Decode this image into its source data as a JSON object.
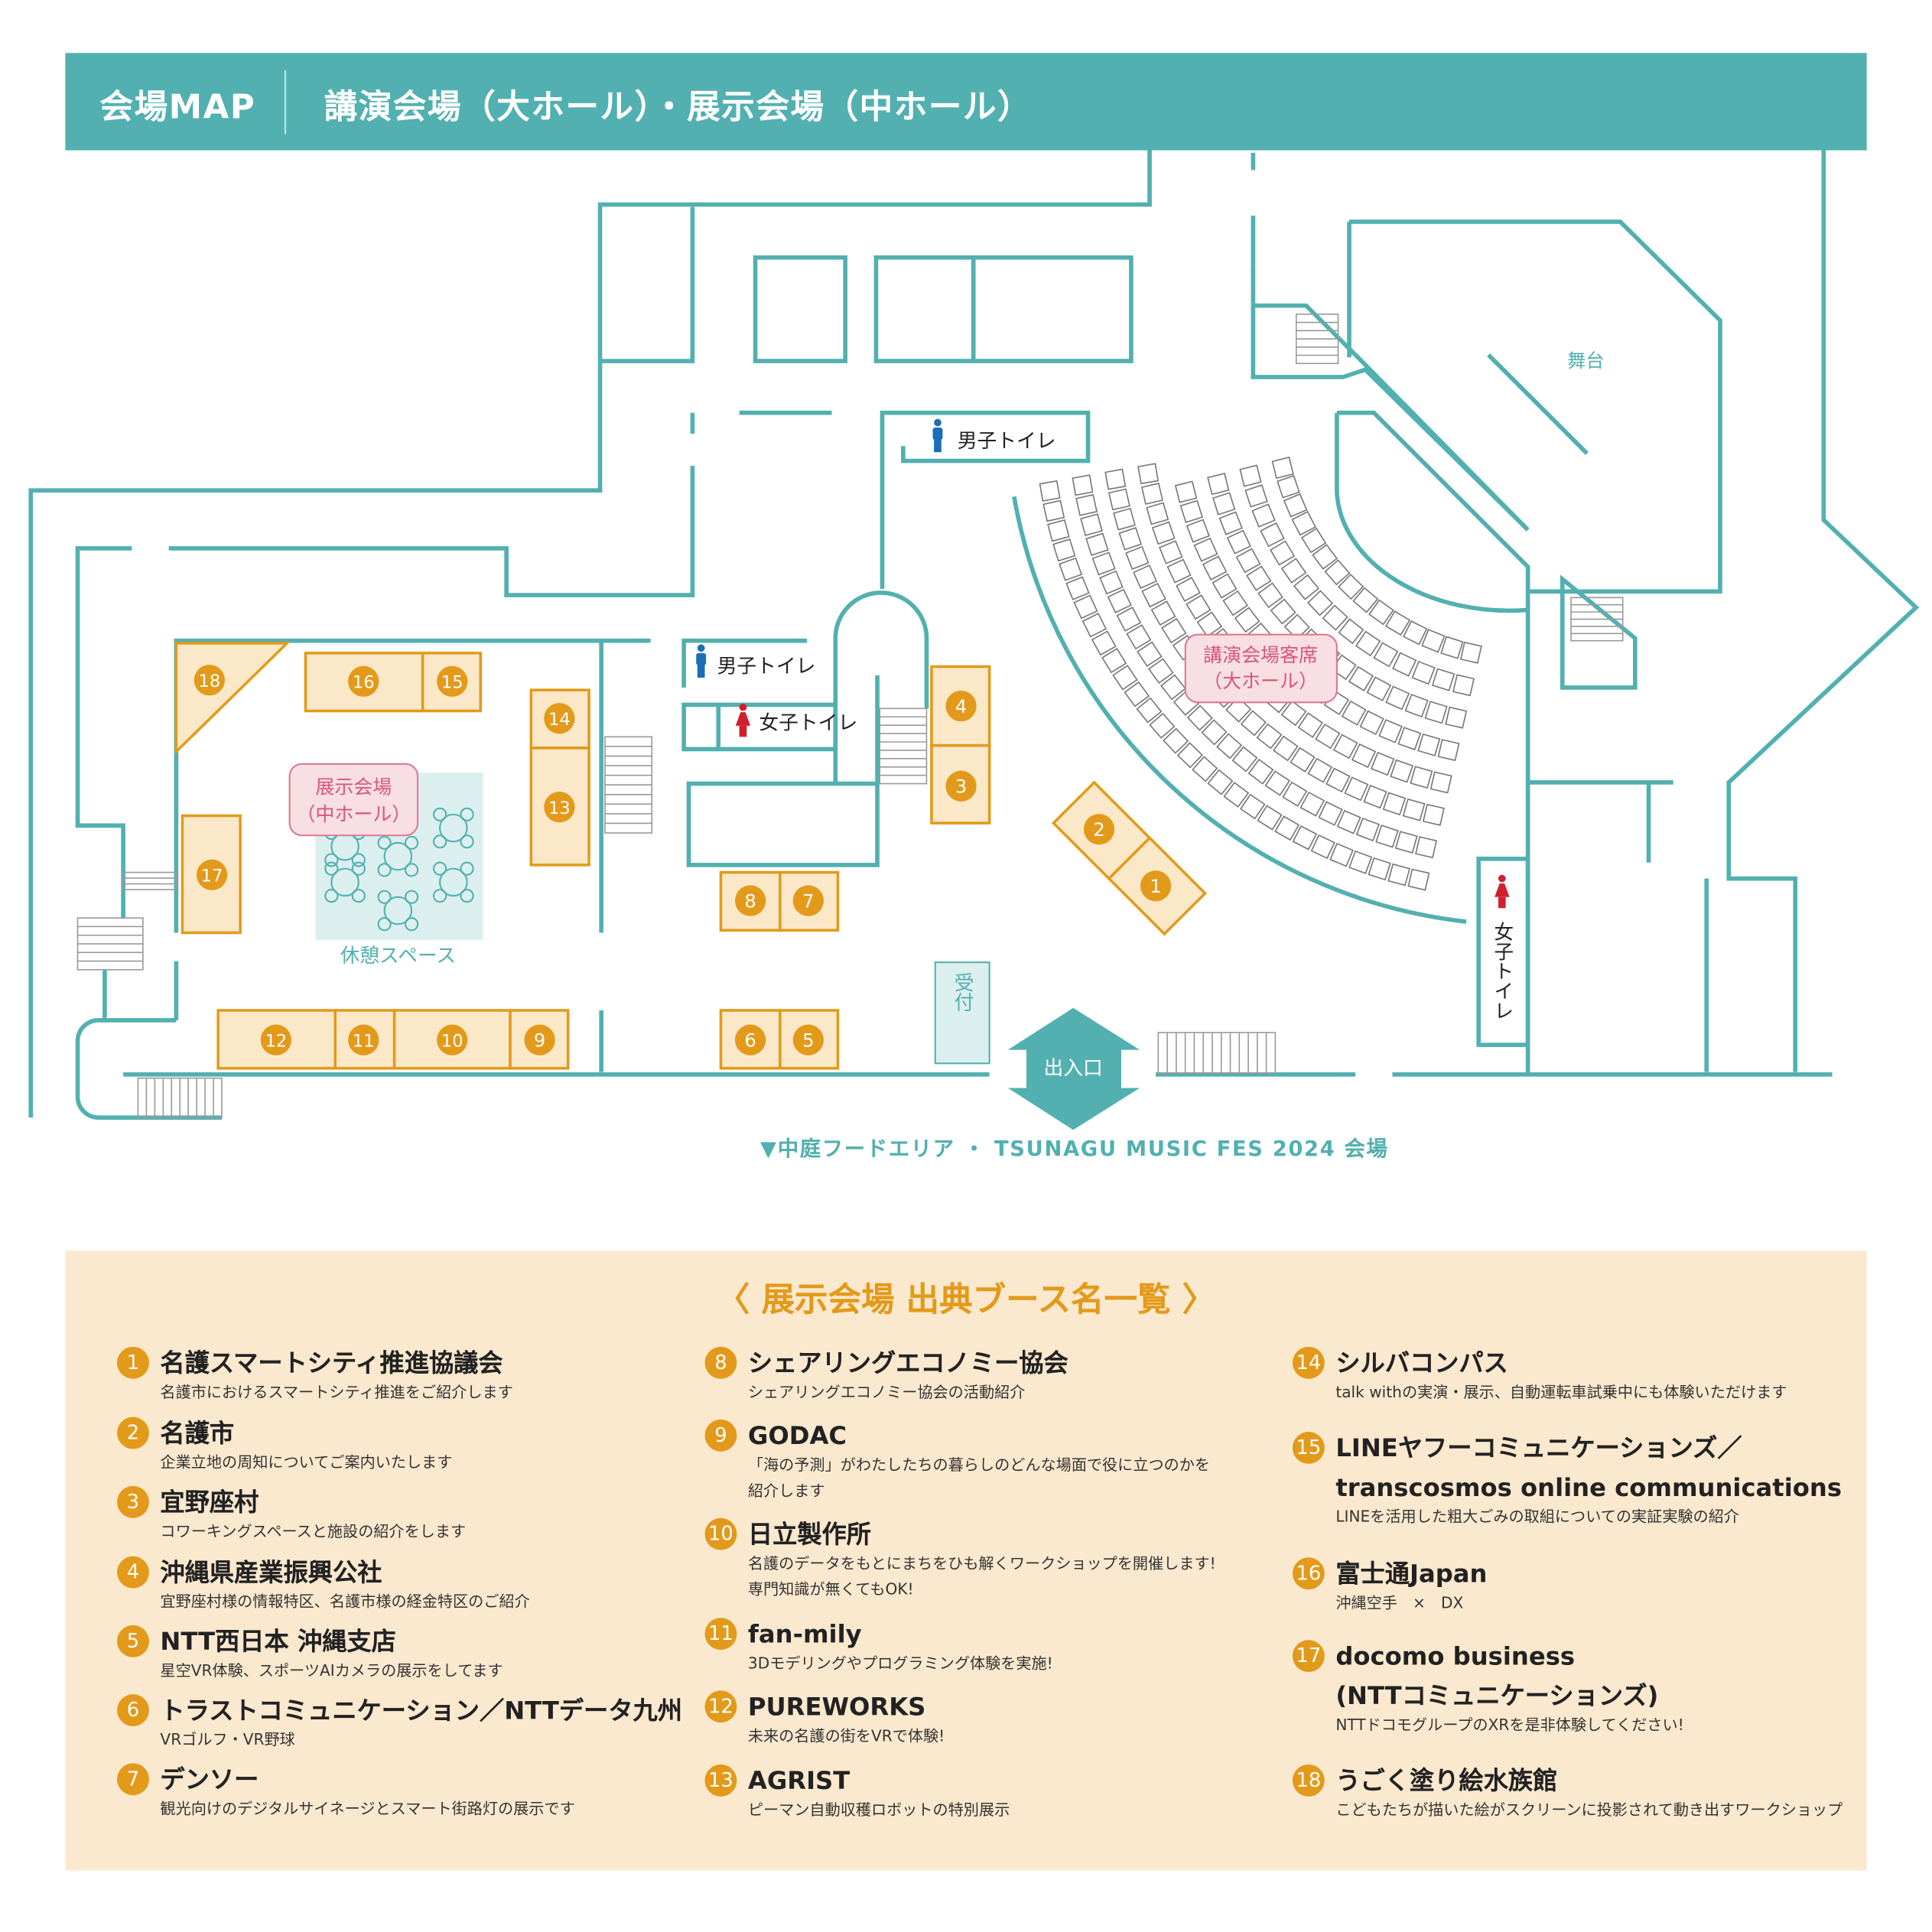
{
  "header": {
    "title": "会場MAP",
    "subtitle": "講演会場（大ホール）・展示会場（中ホール）"
  },
  "colors": {
    "teal": "#52b0b0",
    "orange": "#e39a1a",
    "booth_fill": "#fbe8c8",
    "panel_bg": "#fbe9cf",
    "pink_text": "#d9567a",
    "pink_fill": "#f7dfe3",
    "male_icon": "#1a6fb5",
    "female_icon": "#d0202e"
  },
  "map": {
    "exhibit_hall_label": [
      "展示会場",
      "（中ホール）"
    ],
    "lecture_hall_label": [
      "講演会場客席",
      "（大ホール）"
    ],
    "rest_space": "休憩スペース",
    "stage": "舞台",
    "reception": "受付",
    "entrance": "出入口",
    "mens_toilet_1": "男子トイレ",
    "mens_toilet_2": "男子トイレ",
    "womens_toilet_1": "女子トイレ",
    "womens_toilet_2": "女子トイレ",
    "caption": "▼中庭フードエリア ・ TSUNAGU MUSIC FES 2024 会場"
  },
  "list": {
    "title": "〈 展示会場 出典ブース名一覧 〉",
    "booths": [
      {
        "no": "1",
        "name": [
          "名護スマートシティ推進協議会"
        ],
        "desc": [
          "名護市におけるスマートシティ推進をご紹介します"
        ]
      },
      {
        "no": "2",
        "name": [
          "名護市"
        ],
        "desc": [
          "企業立地の周知についてご案内いたします"
        ]
      },
      {
        "no": "3",
        "name": [
          "宜野座村"
        ],
        "desc": [
          "コワーキングスペースと施設の紹介をします"
        ]
      },
      {
        "no": "4",
        "name": [
          "沖縄県産業振興公社"
        ],
        "desc": [
          "宜野座村様の情報特区、名護市様の経金特区のご紹介"
        ]
      },
      {
        "no": "5",
        "name": [
          "NTT西日本 沖縄支店"
        ],
        "desc": [
          "星空VR体験、スポーツAIカメラの展示をしてます"
        ]
      },
      {
        "no": "6",
        "name": [
          "トラストコミュニケーション／NTTデータ九州"
        ],
        "desc": [
          "VRゴルフ・VR野球"
        ]
      },
      {
        "no": "7",
        "name": [
          "デンソー"
        ],
        "desc": [
          "観光向けのデジタルサイネージとスマート街路灯の展示です"
        ]
      },
      {
        "no": "8",
        "name": [
          "シェアリングエコノミー協会"
        ],
        "desc": [
          "シェアリングエコノミー協会の活動紹介"
        ]
      },
      {
        "no": "9",
        "name": [
          "GODAC"
        ],
        "desc": [
          "「海の予測」がわたしたちの暮らしのどんな場面で役に立つのかを",
          "紹介します"
        ]
      },
      {
        "no": "10",
        "name": [
          "日立製作所"
        ],
        "desc": [
          "名護のデータをもとにまちをひも解くワークショップを開催します!",
          "専門知識が無くてもOK!"
        ]
      },
      {
        "no": "11",
        "name": [
          "fan-mily"
        ],
        "desc": [
          "3Dモデリングやプログラミング体験を実施!"
        ]
      },
      {
        "no": "12",
        "name": [
          "PUREWORKS"
        ],
        "desc": [
          "未来の名護の街をVRで体験!"
        ]
      },
      {
        "no": "13",
        "name": [
          "AGRIST"
        ],
        "desc": [
          "ピーマン自動収穫ロボットの特別展示"
        ]
      },
      {
        "no": "14",
        "name": [
          "シルバコンパス"
        ],
        "desc": [
          "talk withの実演・展示、自動運転車試乗中にも体験いただけます"
        ]
      },
      {
        "no": "15",
        "name": [
          "LINEヤフーコミュニケーションズ／",
          "transcosmos online communications"
        ],
        "desc": [
          "LINEを活用した粗大ごみの取組についての実証実験の紹介"
        ]
      },
      {
        "no": "16",
        "name": [
          "富士通Japan"
        ],
        "desc": [
          "沖縄空手　×　DX"
        ]
      },
      {
        "no": "17",
        "name": [
          "docomo business",
          "(NTTコミュニケーションズ)"
        ],
        "desc": [
          "NTTドコモグループのXRを是非体験してください!"
        ]
      },
      {
        "no": "18",
        "name": [
          "うごく塗り絵水族館"
        ],
        "desc": [
          "こどもたちが描いた絵がスクリーンに投影されて動き出すワークショップ"
        ]
      }
    ]
  }
}
